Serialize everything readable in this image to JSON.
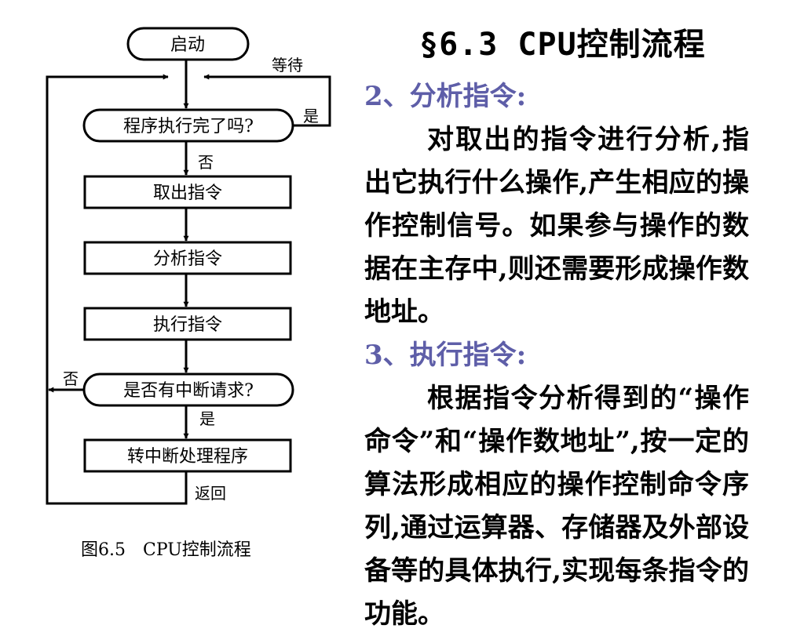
{
  "title": "§6.3 CPU控制流程",
  "flowchart": {
    "nodes": {
      "start": "启动",
      "check_done": "程序执行完了吗?",
      "fetch": "取出指令",
      "analyze": "分析指令",
      "execute": "执行指令",
      "interrupt_check": "是否有中断请求?",
      "interrupt_handler": "转中断处理程序"
    },
    "edge_labels": {
      "wait": "等待",
      "done_yes": "是",
      "done_no": "否",
      "int_no": "否",
      "int_yes": "是",
      "return": "返回"
    },
    "caption": "图6.5　CPU控制流程"
  },
  "sections": [
    {
      "heading": "2、分析指令:",
      "body": "对取出的指令进行分析,指出它执行什么操作,产生相应的操作控制信号。如果参与操作的数据在主存中,则还需要形成操作数地址。"
    },
    {
      "heading": "3、执行指令:",
      "body": "根据指令分析得到的“操作命令”和“操作数地址”,按一定的算法形成相应的操作控制命令序列,通过运算器、存储器及外部设备等的具体执行,实现每条指令的功能。"
    }
  ],
  "colors": {
    "heading": "#5e5ea8",
    "text": "#000000",
    "lines": "#000000"
  }
}
